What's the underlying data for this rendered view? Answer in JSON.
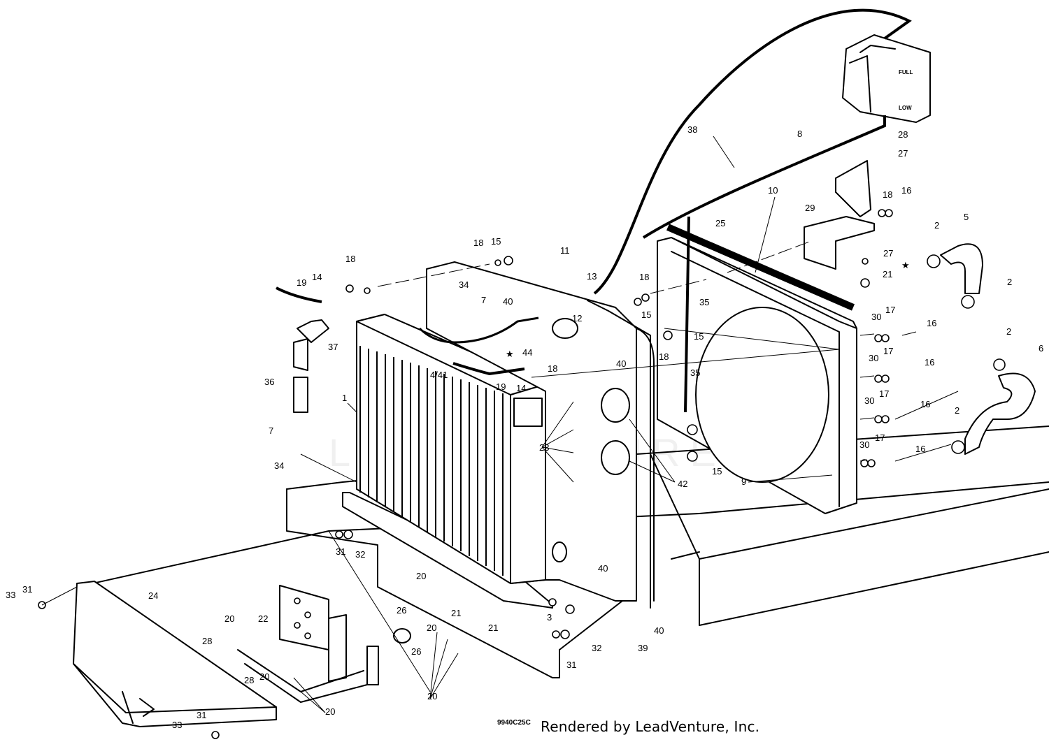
{
  "diagram": {
    "drawing_code": "9940C25C",
    "credit": "Rendered by LeadVenture, Inc.",
    "watermark": "LEADVENTURE",
    "tank_labels": {
      "full": "FULL",
      "low": "LOW"
    },
    "star_symbol": "★",
    "callouts": [
      {
        "text": "1"
      },
      {
        "text": "2"
      },
      {
        "text": "2"
      },
      {
        "text": "2"
      },
      {
        "text": "2"
      },
      {
        "text": "2"
      },
      {
        "text": "3"
      },
      {
        "text": "4/41"
      },
      {
        "text": "5"
      },
      {
        "text": "6"
      },
      {
        "text": "7"
      },
      {
        "text": "7"
      },
      {
        "text": "8"
      },
      {
        "text": "9"
      },
      {
        "text": "10"
      },
      {
        "text": "11"
      },
      {
        "text": "12"
      },
      {
        "text": "13"
      },
      {
        "text": "14"
      },
      {
        "text": "14"
      },
      {
        "text": "15"
      },
      {
        "text": "15"
      },
      {
        "text": "15"
      },
      {
        "text": "15"
      },
      {
        "text": "15"
      },
      {
        "text": "16"
      },
      {
        "text": "16"
      },
      {
        "text": "16"
      },
      {
        "text": "16"
      },
      {
        "text": "16"
      },
      {
        "text": "17"
      },
      {
        "text": "17"
      },
      {
        "text": "17"
      },
      {
        "text": "17"
      },
      {
        "text": "18"
      },
      {
        "text": "18"
      },
      {
        "text": "18"
      },
      {
        "text": "18"
      },
      {
        "text": "18"
      },
      {
        "text": "18"
      },
      {
        "text": "19"
      },
      {
        "text": "19"
      },
      {
        "text": "20"
      },
      {
        "text": "20"
      },
      {
        "text": "20"
      },
      {
        "text": "20"
      },
      {
        "text": "20"
      },
      {
        "text": "20"
      },
      {
        "text": "20"
      },
      {
        "text": "20"
      },
      {
        "text": "21"
      },
      {
        "text": "21"
      },
      {
        "text": "21"
      },
      {
        "text": "22"
      },
      {
        "text": "23"
      },
      {
        "text": "24"
      },
      {
        "text": "25"
      },
      {
        "text": "26"
      },
      {
        "text": "26"
      },
      {
        "text": "27"
      },
      {
        "text": "27"
      },
      {
        "text": "28"
      },
      {
        "text": "28"
      },
      {
        "text": "28"
      },
      {
        "text": "29"
      },
      {
        "text": "30"
      },
      {
        "text": "30"
      },
      {
        "text": "30"
      },
      {
        "text": "30"
      },
      {
        "text": "31"
      },
      {
        "text": "31"
      },
      {
        "text": "31"
      },
      {
        "text": "31"
      },
      {
        "text": "32"
      },
      {
        "text": "32"
      },
      {
        "text": "33"
      },
      {
        "text": "33"
      },
      {
        "text": "34"
      },
      {
        "text": "34"
      },
      {
        "text": "35"
      },
      {
        "text": "35"
      },
      {
        "text": "36"
      },
      {
        "text": "37"
      },
      {
        "text": "38"
      },
      {
        "text": "39"
      },
      {
        "text": "40"
      },
      {
        "text": "40"
      },
      {
        "text": "40"
      },
      {
        "text": "40"
      },
      {
        "text": "42"
      },
      {
        "text": "44"
      }
    ]
  }
}
